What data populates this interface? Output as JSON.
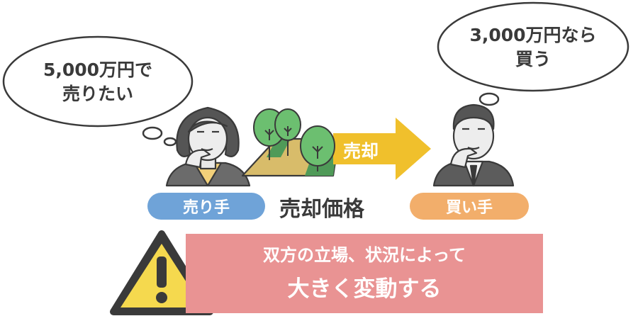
{
  "seller": {
    "bubble_line1": "5,000万円で",
    "bubble_line2": "売りたい",
    "label": "売り手"
  },
  "buyer": {
    "bubble_line1": "3,000万円なら",
    "bubble_line2": "買う",
    "label": "買い手"
  },
  "arrow_label": "売却",
  "center_label": "売却価格",
  "warning": {
    "line1": "双方の立場、状況によって",
    "line2": "大きく変動する",
    "icon": "warning-icon"
  },
  "colors": {
    "seller_pill": "#6fa3d8",
    "buyer_pill": "#f2ae6b",
    "arrow": "#f0c02c",
    "warning_box": "#e99393",
    "warning_triangle": "#f5d94e"
  }
}
